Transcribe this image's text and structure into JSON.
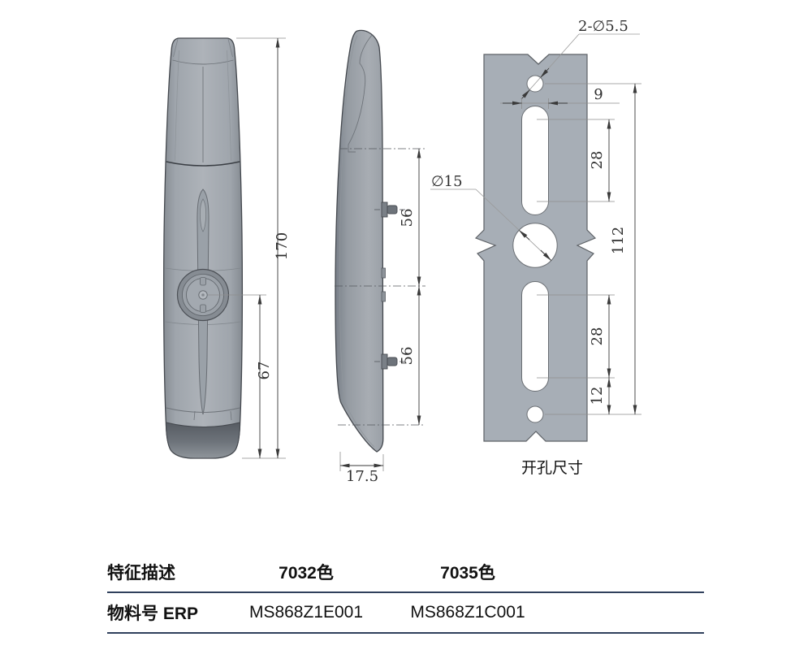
{
  "front_view": {
    "height_dim": "170",
    "knob_to_bottom_dim": "67"
  },
  "side_view": {
    "upper_pitch_dim": "56",
    "lower_pitch_dim": "56",
    "depth_dim": "17.5"
  },
  "cutout_view": {
    "caption": "开孔尺寸",
    "corner_holes_label": "2-∅5.5",
    "center_hole_label": "∅15",
    "slot_width_dim": "9",
    "upper_slot_pitch_dim": "28",
    "overall_pitch_dim": "112",
    "lower_slot_pitch_dim": "28",
    "bottom_hole_offset_dim": "12"
  },
  "spec_table": {
    "header": [
      "特征描述",
      "7032色",
      "7035色"
    ],
    "rows": [
      {
        "label": "物料号 ERP",
        "values": [
          "MS868Z1E001",
          "MS868Z1C001"
        ]
      }
    ]
  },
  "colors": {
    "part_fill": "#a3a9b0",
    "plate_fill": "#a7aeb6",
    "dim_line": "#3c3c3c",
    "table_rule": "#30405c"
  }
}
